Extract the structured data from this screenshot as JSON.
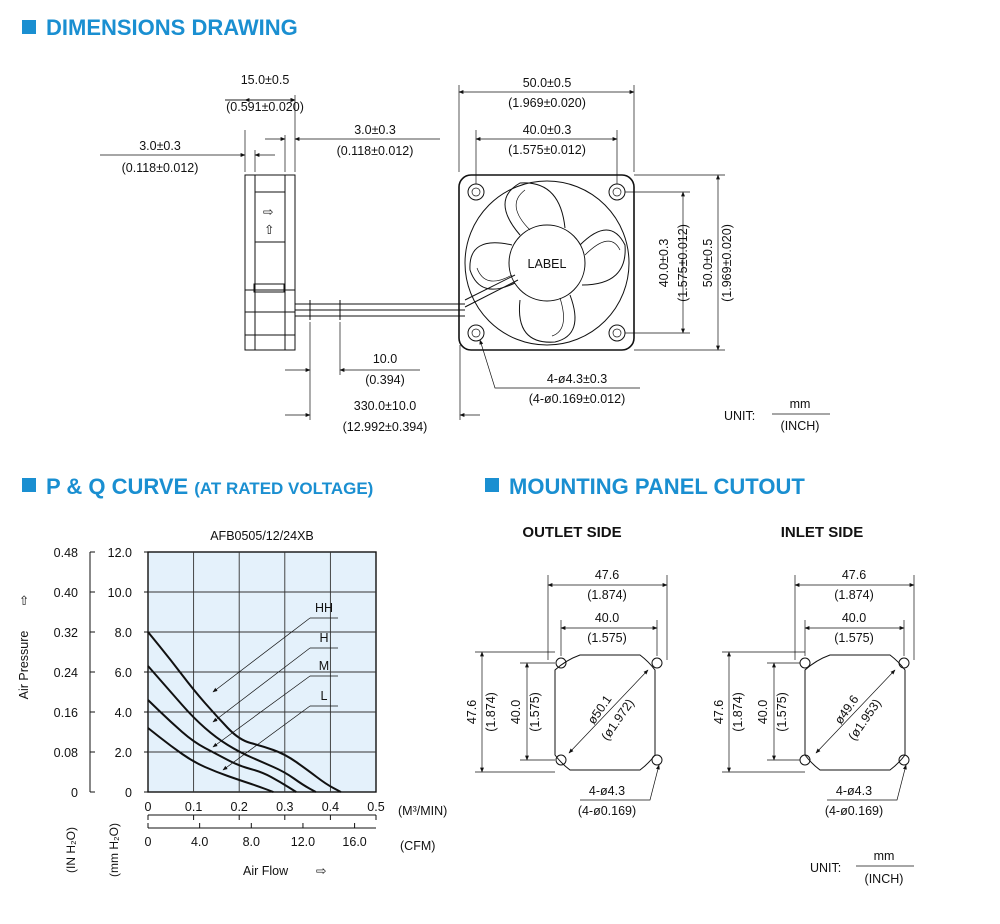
{
  "headers": {
    "dimensions": "DIMENSIONS DRAWING",
    "pq_main": "P & Q CURVE",
    "pq_sub": "(AT RATED VOLTAGE)",
    "mounting": "MOUNTING PANEL CUTOUT"
  },
  "drawing": {
    "side_depth": "15.0±0.5",
    "side_depth_in": "(0.591±0.020)",
    "left_flange": "3.0±0.3",
    "left_flange_in": "(0.118±0.012)",
    "right_flange": "3.0±0.3",
    "right_flange_in": "(0.118±0.012)",
    "strip": "10.0",
    "strip_in": "(0.394)",
    "lead": "330.0±10.0",
    "lead_in": "(12.992±0.394)",
    "width": "50.0±0.5",
    "width_in": "(1.969±0.020)",
    "hole_pitch": "40.0±0.3",
    "hole_pitch_in": "(1.575±0.012)",
    "height_pitch": "40.0±0.3",
    "height_pitch_in": "(1.575±0.012)",
    "height": "50.0±0.5",
    "height_in": "(1.969±0.020)",
    "holes": "4-ø4.3±0.3",
    "holes_in": "(4-ø0.169±0.012)",
    "label": "LABEL",
    "airflow_arrow": "⇨",
    "rotation_arrow": "⇧",
    "unit_label": "UNIT:",
    "unit_top": "mm",
    "unit_bottom": "(INCH)"
  },
  "chart_data": {
    "type": "line",
    "title": "AFB0505/12/24XB",
    "xlabel": "Air Flow",
    "ylabel": "Air Pressure",
    "x_unit": "(M³/MIN)",
    "x2_unit": "(CFM)",
    "y_unit_in": "(IN H₂O)",
    "y_unit_mm": "(mm H₂O)",
    "xlim": [
      0,
      0.5
    ],
    "ylim": [
      0,
      12
    ],
    "x_ticks": [
      "0",
      "0.1",
      "0.2",
      "0.3",
      "0.4",
      "0.5"
    ],
    "x2_ticks": [
      "0",
      "4.0",
      "8.0",
      "12.0",
      "16.0"
    ],
    "y_ticks": [
      "0",
      "2.0",
      "4.0",
      "6.0",
      "8.0",
      "10.0",
      "12.0"
    ],
    "y_in_ticks": [
      "0",
      "0.08",
      "0.16",
      "0.24",
      "0.32",
      "0.40",
      "0.48"
    ],
    "grid": true,
    "series": [
      {
        "name": "HH",
        "x": [
          0,
          0.05,
          0.1,
          0.15,
          0.2,
          0.25,
          0.3,
          0.35,
          0.39,
          0.423
        ],
        "y": [
          8.0,
          6.6,
          5.1,
          3.8,
          2.6,
          2.3,
          1.9,
          1.1,
          0.4,
          0
        ]
      },
      {
        "name": "H",
        "x": [
          0,
          0.05,
          0.1,
          0.15,
          0.2,
          0.25,
          0.3,
          0.34,
          0.368
        ],
        "y": [
          6.3,
          5.0,
          3.7,
          2.7,
          2.0,
          1.5,
          1.0,
          0.35,
          0
        ]
      },
      {
        "name": "M",
        "x": [
          0,
          0.05,
          0.1,
          0.15,
          0.2,
          0.25,
          0.29,
          0.325
        ],
        "y": [
          4.6,
          3.5,
          2.5,
          1.9,
          1.3,
          1.0,
          0.5,
          0
        ]
      },
      {
        "name": "L",
        "x": [
          0,
          0.05,
          0.1,
          0.15,
          0.2,
          0.24,
          0.275
        ],
        "y": [
          3.2,
          2.3,
          1.5,
          1.0,
          0.6,
          0.3,
          0
        ]
      }
    ]
  },
  "cutout": {
    "outlet_title": "OUTLET SIDE",
    "inlet_title": "INLET SIDE",
    "outer": "47.6",
    "outer_in": "(1.874)",
    "pitch": "40.0",
    "pitch_in": "(1.575)",
    "outlet_dia": "ø50.1",
    "outlet_dia_in": "(ø1.972)",
    "inlet_dia": "ø49.6",
    "inlet_dia_in": "(ø1.953)",
    "holes": "4-ø4.3",
    "holes_in": "(4-ø0.169)"
  }
}
